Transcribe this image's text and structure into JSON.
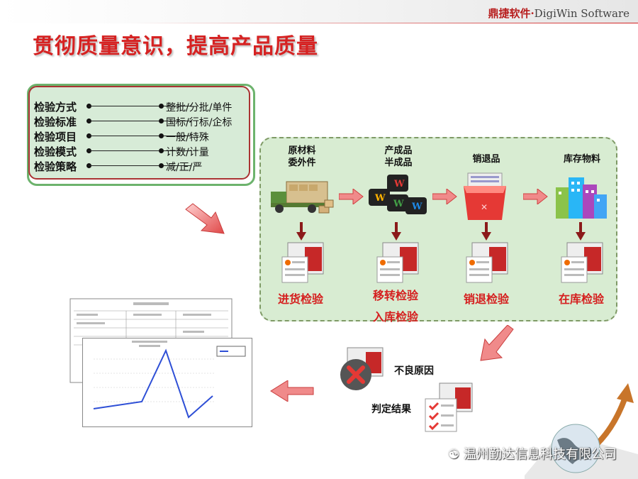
{
  "header": {
    "brand_cn": "鼎捷软件·",
    "brand_en": "DigiWin Software"
  },
  "title": "贯彻质量意识，提高产品质量",
  "inspection_rules": [
    {
      "key": "检验方式",
      "value": "整批/分批/单件"
    },
    {
      "key": "检验标准",
      "value": "国标/行标/企标"
    },
    {
      "key": "检验项目",
      "value": "一般/特殊"
    },
    {
      "key": "检验模式",
      "value": "计数/计量"
    },
    {
      "key": "检验策略",
      "value": "减/正/严"
    }
  ],
  "flow": {
    "stages": [
      {
        "category": "原材料\n委外件",
        "inspection": "进货检验",
        "icon": "truck-icon"
      },
      {
        "category": "产成品\n半成品",
        "inspection": "移转检验",
        "inspection2": "入库检验",
        "icon": "keyboard-keys-icon"
      },
      {
        "category": "销退品",
        "inspection": "销退检验",
        "icon": "red-box-icon"
      },
      {
        "category": "库存物料",
        "inspection": "在库检验",
        "icon": "buildings-icon"
      }
    ]
  },
  "results": {
    "defect_cause": "不良原因",
    "judgment": "判定结果"
  },
  "footer": {
    "company": "温州勤达信息科技有限公司"
  },
  "colors": {
    "accent_red": "#d62222",
    "panel_green": "#d7ebd7",
    "flow_green": "#d8ecd2"
  }
}
